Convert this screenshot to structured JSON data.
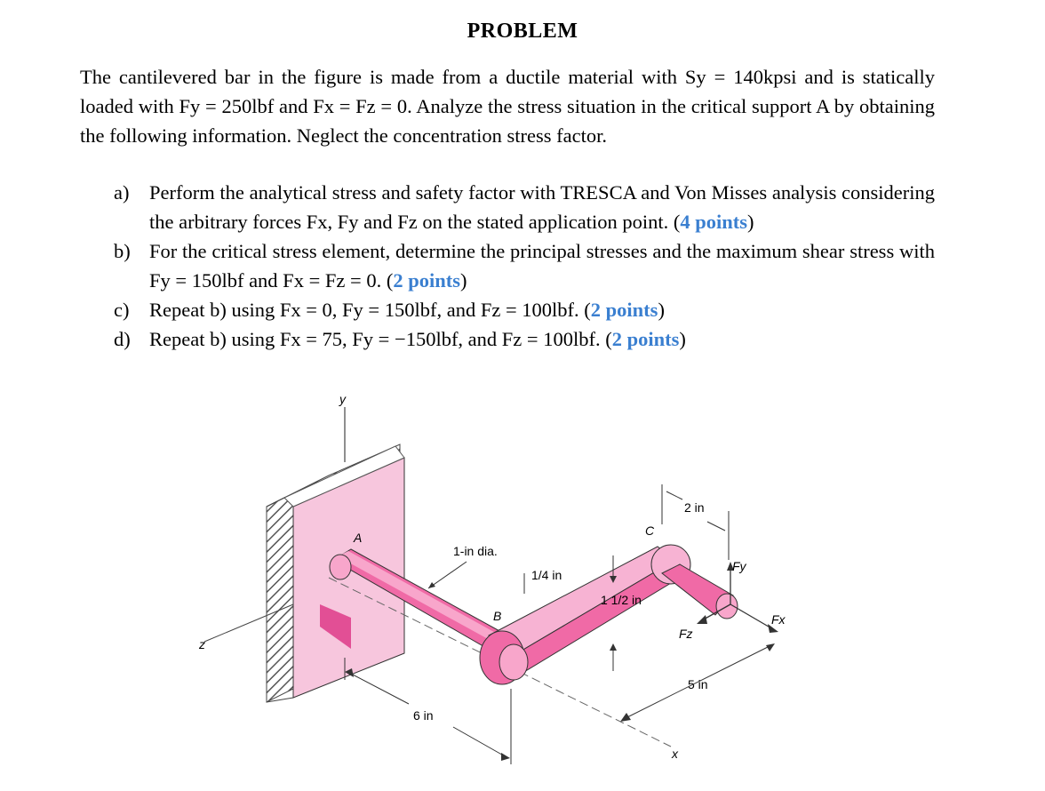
{
  "header": {
    "title": "PROBLEM"
  },
  "intro": "The cantilevered bar in the figure is made from a ductile material with Sy = 140kpsi and is statically loaded with Fy = 250lbf and Fx = Fz = 0. Analyze the stress situation in the critical support A by obtaining the following information. Neglect the concentration stress factor.",
  "items": [
    {
      "label": "a)",
      "text": "Perform the analytical stress and safety factor with TRESCA and Von Misses analysis considering the arbitrary forces Fx, Fy and Fz on the stated application point. (",
      "points": "4 points",
      "tail": ")"
    },
    {
      "label": "b)",
      "text": "For the critical stress element, determine the principal stresses and the maximum shear stress with Fy = 150lbf and Fx = Fz = 0. (",
      "points": "2 points",
      "tail": ")"
    },
    {
      "label": "c)",
      "text": "Repeat b) using Fx = 0, Fy = 150lbf, and Fz = 100lbf. (",
      "points": "2 points",
      "tail": ")"
    },
    {
      "label": "d)",
      "text": "Repeat b) using Fx = 75, Fy = −150lbf, and Fz = 100lbf. (",
      "points": "2 points",
      "tail": ")"
    }
  ],
  "figure": {
    "axis_y": "y",
    "axis_z": "z",
    "axis_x": "x",
    "point_a": "A",
    "point_b": "B",
    "point_c": "C",
    "dia_label": "1-in dia.",
    "quarter_in": "1/4 in",
    "one_half_in": "1 1/2 in",
    "two_in": "2 in",
    "five_in": "5 in",
    "six_in": "6 in",
    "fy": "Fy",
    "fx": "Fx",
    "fz": "Fz"
  },
  "colors": {
    "points": "#3a7fd0",
    "bar_pink": "#f06aa6",
    "wall_pink": "#f7c6dd"
  }
}
